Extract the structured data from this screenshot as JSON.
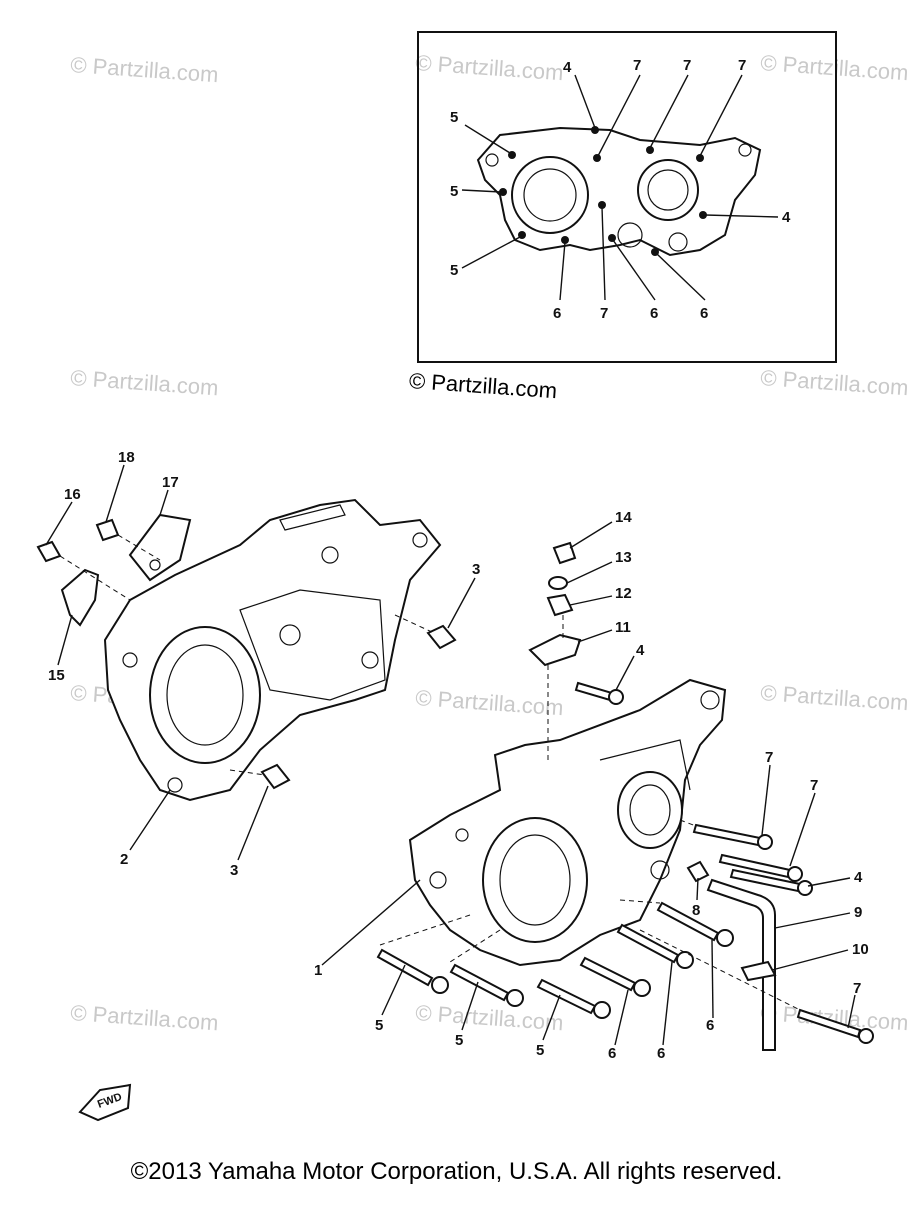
{
  "watermark": "© Partzilla.com",
  "brand_label": "© Partzilla.com",
  "copyright": "©2013 Yamaha Motor Corporation, U.S.A. All rights reserved.",
  "fwd_label": "FWD",
  "inset_callouts": [
    "4",
    "7",
    "7",
    "7",
    "5",
    "5",
    "5",
    "4",
    "6",
    "7",
    "6",
    "6"
  ],
  "main_callouts": [
    "18",
    "17",
    "16",
    "15",
    "3",
    "2",
    "3",
    "14",
    "13",
    "12",
    "11",
    "4",
    "7",
    "7",
    "4",
    "8",
    "9",
    "10",
    "1",
    "5",
    "5",
    "5",
    "6",
    "6",
    "6",
    "7"
  ]
}
